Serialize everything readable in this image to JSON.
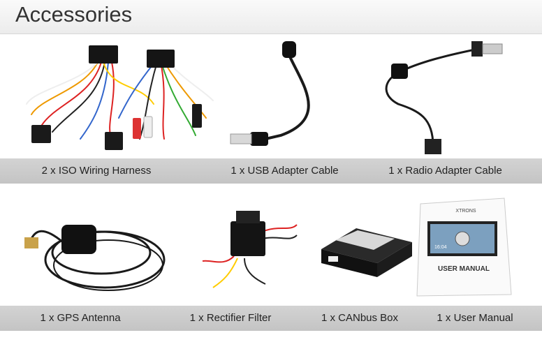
{
  "header": {
    "title": "Accessories"
  },
  "row1": {
    "items": [
      {
        "label": "2 x ISO Wiring Harness"
      },
      {
        "label": "1 x USB Adapter Cable"
      },
      {
        "label": "1 x Radio Adapter Cable"
      }
    ]
  },
  "row2": {
    "items": [
      {
        "label": "1 x GPS Antenna"
      },
      {
        "label": "1 x Rectifier Filter"
      },
      {
        "label": "1 x CANbus Box"
      },
      {
        "label": "1 x User Manual"
      }
    ]
  },
  "manual": {
    "brand": "XTRONS",
    "title": "USER MANUAL",
    "screen_time": "16:04"
  },
  "colors": {
    "band": "#c9c9c9",
    "header": "#f2f2f2"
  }
}
